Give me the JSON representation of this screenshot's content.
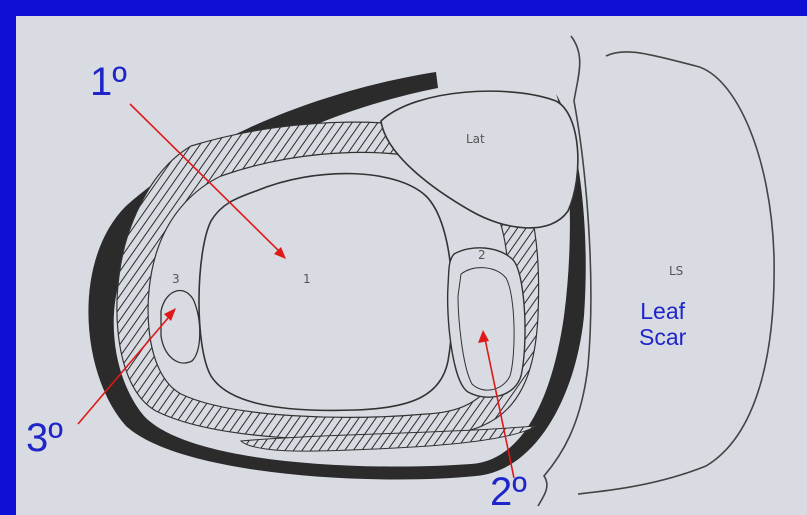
{
  "slide": {
    "background_color": "#0f10d6",
    "panel_color": "#d8dbe2",
    "accent_label_color": "#1f25c8",
    "arrow_color": "#e01818"
  },
  "labels": {
    "primary": "1º",
    "secondary": "2º",
    "tertiary": "3º",
    "leaf_scar_line1": "Leaf",
    "leaf_scar_line2": "Scar"
  },
  "diagram_text": {
    "lat": "Lat",
    "bundle_1": "1",
    "bundle_2": "2",
    "bundle_3": "3",
    "ls": "LS"
  }
}
